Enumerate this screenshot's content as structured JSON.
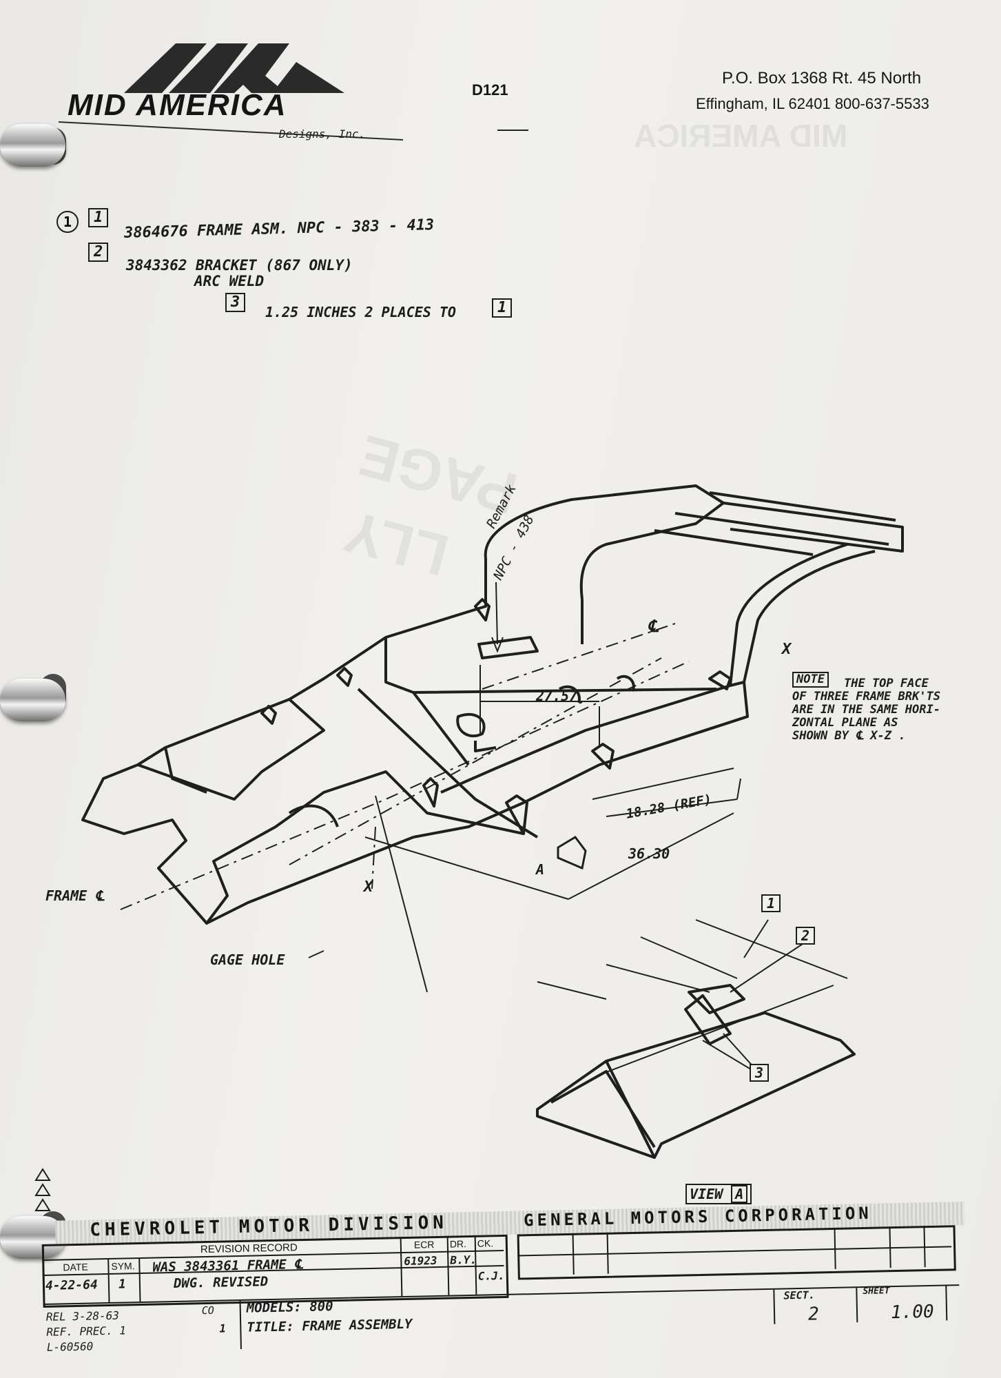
{
  "header": {
    "logo_name": "MID AMERICA",
    "logo_tagline": "Designs, Inc.",
    "doc_code": "D121",
    "address_line1": "P.O. Box 1368   Rt. 45 North",
    "address_line2": "Effingham, IL 62401   800-637-5533"
  },
  "notes": {
    "circle_num": "1",
    "item1_num": "1",
    "item1_text": "3864676  FRAME ASM.  NPC - 383 - 413",
    "item2_num": "2",
    "item2_text": "3843362  BRACKET  (867 ONLY)",
    "item2_sub": "ARC WELD",
    "item3_num": "3",
    "item3_text": "1.25 INCHES  2 PLACES TO",
    "item3_ref": "1"
  },
  "drawing": {
    "remark": "Remark",
    "remark_code": "NPC - 438",
    "cl_label": "℄",
    "x_label_top": "X",
    "x_label_bottom": "X",
    "dim_2757": "27.57",
    "dim_1828": "18.28 (REF)",
    "dim_3630": "36.30",
    "frame_cl": "FRAME ℄",
    "gage_hole": "GAGE HOLE",
    "view_a_marker": "A",
    "note_tag": "NOTE",
    "note_text": [
      "THE TOP FACE",
      "OF THREE FRAME BRK'TS",
      "ARE IN THE SAME HORI-",
      "ZONTAL PLANE AS",
      "SHOWN BY ℄ X-Z ."
    ],
    "callout_1": "1",
    "callout_2": "2",
    "callout_3": "3",
    "view_label": "VIEW",
    "view_letter": "A"
  },
  "title_block": {
    "division_header": "CHEVROLET  MOTOR  DIVISION",
    "corp_header": "GENERAL  MOTORS  CORPORATION",
    "revision_record": "REVISION RECORD",
    "col_date": "DATE",
    "col_sym": "SYM.",
    "col_ecr": "ECR",
    "col_dr": "DR.",
    "col_ck": "CK.",
    "rev_date": "4-22-64",
    "rev_sym": "1",
    "rev_desc_1": "WAS 3843361 FRAME ℄",
    "rev_desc_2": "DWG. REVISED",
    "rev_ecr": "61923",
    "rev_dr": "B.Y.",
    "rev_ck": "C.J.",
    "rel": "REL  3-28-63",
    "ref": "REF. PREC. 1",
    "l_num": "L-60560",
    "co_label": "CO",
    "co_val": "1",
    "models": "MODELS:  800",
    "title": "TITLE:  FRAME  ASSEMBLY",
    "sect_label": "SECT.",
    "sect_val": "2",
    "sheet_label": "SHEET",
    "sheet_val": "1.00"
  }
}
